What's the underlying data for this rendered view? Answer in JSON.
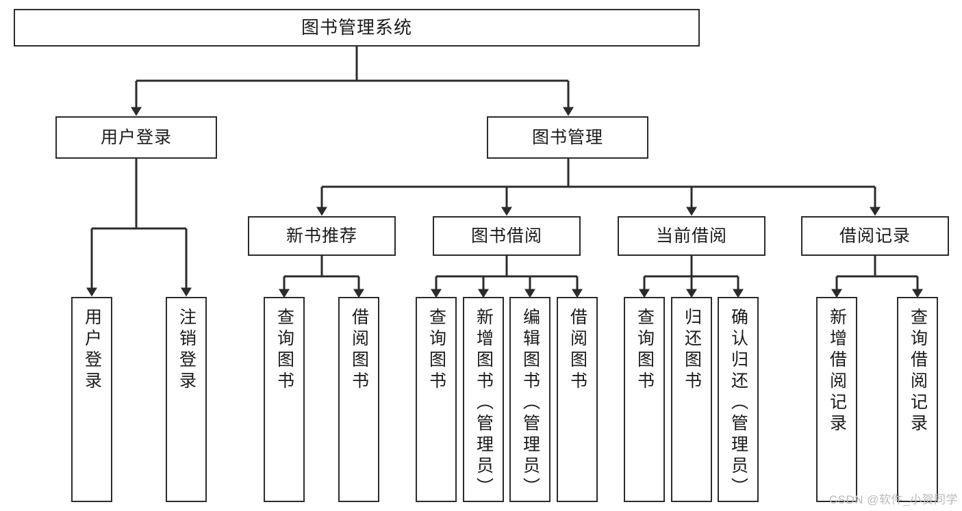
{
  "diagram": {
    "title": "图书管理系统",
    "type": "tree",
    "watermark": "CSDN @软件_小贺同学",
    "colors": {
      "box_border": "#2b2b2b",
      "box_fill": "#ffffff",
      "edge": "#2b2b2b",
      "text": "#1a1a1a",
      "watermark": "#b9b9b9"
    },
    "nodes": {
      "root": {
        "label": "图书管理系统"
      },
      "level2": [
        {
          "id": "user-login",
          "label": "用户登录"
        },
        {
          "id": "book-manage",
          "label": "图书管理"
        }
      ],
      "level3": [
        {
          "id": "new-book-recommend",
          "label": "新书推荐"
        },
        {
          "id": "book-borrow",
          "label": "图书借阅"
        },
        {
          "id": "current-borrow",
          "label": "当前借阅"
        },
        {
          "id": "borrow-record",
          "label": "借阅记录"
        }
      ],
      "leaves": [
        {
          "id": "leaf-user-login",
          "label": "用户登录",
          "parent": "user-login"
        },
        {
          "id": "leaf-logout",
          "label": "注销登录",
          "parent": "user-login"
        },
        {
          "id": "leaf-query-book-1",
          "label": "查询图书",
          "parent": "new-book-recommend"
        },
        {
          "id": "leaf-borrow-book-1",
          "label": "借阅图书",
          "parent": "new-book-recommend"
        },
        {
          "id": "leaf-query-book-2",
          "label": "查询图书",
          "parent": "book-borrow"
        },
        {
          "id": "leaf-add-book",
          "label": "新增图书（管理员）",
          "parent": "book-borrow"
        },
        {
          "id": "leaf-edit-book",
          "label": "编辑图书（管理员）",
          "parent": "book-borrow"
        },
        {
          "id": "leaf-borrow-book-2",
          "label": "借阅图书",
          "parent": "book-borrow"
        },
        {
          "id": "leaf-query-book-3",
          "label": "查询图书",
          "parent": "current-borrow"
        },
        {
          "id": "leaf-return-book",
          "label": "归还图书",
          "parent": "current-borrow"
        },
        {
          "id": "leaf-confirm-return",
          "label": "确认归还（管理员）",
          "parent": "current-borrow"
        },
        {
          "id": "leaf-add-record",
          "label": "新增借阅记录",
          "parent": "borrow-record"
        },
        {
          "id": "leaf-query-record",
          "label": "查询借阅记录",
          "parent": "borrow-record"
        }
      ]
    }
  }
}
